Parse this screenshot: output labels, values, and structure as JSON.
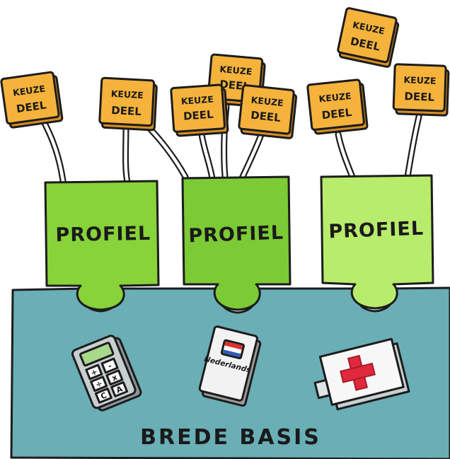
{
  "colors": {
    "base": "#6aaeb6",
    "profiel": [
      "#88d23a",
      "#7cca35",
      "#b8ec6c"
    ],
    "keuzedeel": "#f5b33c",
    "keuzedeel_side": "#d98f22",
    "outline": "#1c1c1c"
  },
  "base": {
    "label": "BREDE BASIS"
  },
  "profielen": [
    {
      "label": "PROFIEL"
    },
    {
      "label": "PROFIEL"
    },
    {
      "label": "PROFIEL"
    }
  ],
  "keuzedelen": [
    {
      "line1": "KEUZE",
      "line2": "DEEL",
      "icon": "keuzedeel-sign-icon"
    },
    {
      "line1": "KEUZE",
      "line2": "DEEL",
      "icon": "keuzedeel-sign-icon"
    },
    {
      "line1": "KEUZE",
      "line2": "DEEL",
      "icon": "keuzedeel-sign-icon"
    },
    {
      "line1": "KEUZE",
      "line2": "DEEL",
      "icon": "keuzedeel-sign-icon"
    },
    {
      "line1": "KEUZE",
      "line2": "DEEL",
      "icon": "keuzedeel-sign-icon"
    },
    {
      "line1": "KEUZE",
      "line2": "DEEL",
      "icon": "keuzedeel-sign-icon"
    },
    {
      "line1": "KEUZE",
      "line2": "DEEL",
      "icon": "keuzedeel-sign-icon"
    },
    {
      "line1": "KEUZE",
      "line2": "DEEL",
      "icon": "keuzedeel-sign-icon"
    }
  ],
  "icons": {
    "calculator": {
      "name": "calculator-icon",
      "keys": [
        "+",
        "-",
        "÷",
        "x",
        "C",
        "A"
      ]
    },
    "book": {
      "name": "book-icon",
      "label": "Nederlands"
    },
    "first_aid": {
      "name": "first-aid-kit-icon"
    }
  }
}
